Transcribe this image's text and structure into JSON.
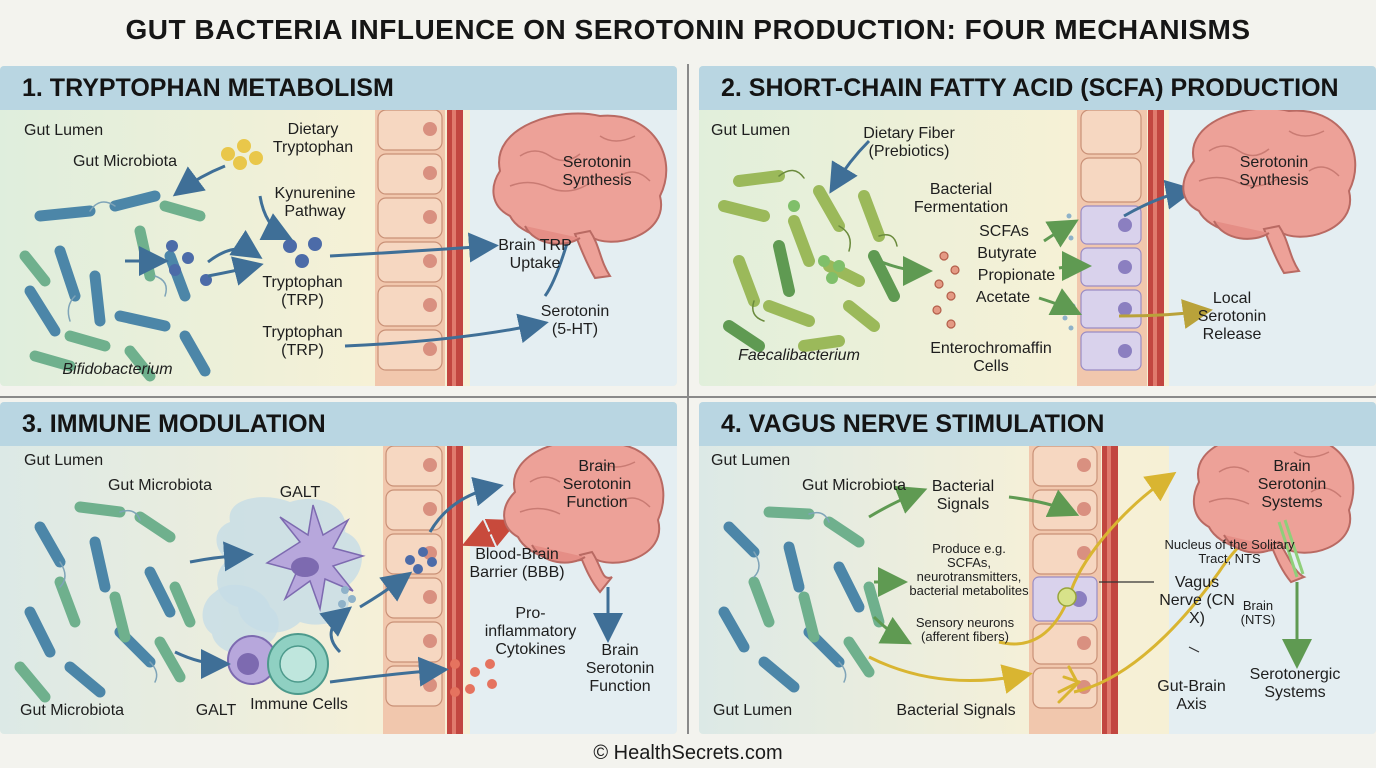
{
  "title": "GUT BACTERIA INFLUENCE ON SEROTONIN PRODUCTION: FOUR MECHANISMS",
  "copyright": "© HealthSecrets.com",
  "panels": {
    "p1": {
      "header": "1. TRYPTOPHAN METABOLISM",
      "gut_lumen": "Gut Lumen",
      "gut_microbiota": "Gut Microbiota",
      "dietary_tryptophan": "Dietary Tryptophan",
      "kynurenine": "Kynurenine Pathway",
      "trp1": "Tryptophan (TRP)",
      "trp2": "Tryptophan (TRP)",
      "brain_trp": "Brain TRP Uptake",
      "serotonin_5ht": "Serotonin (5-HT)",
      "serotonin_synthesis": "Serotonin Synthesis",
      "bifidobacterium": "Bifidobacterium"
    },
    "p2": {
      "header": "2. SHORT-CHAIN FATTY ACID (SCFA) PRODUCTION",
      "gut_lumen": "Gut Lumen",
      "dietary_fiber": "Dietary Fiber (Prebiotics)",
      "fermentation": "Bacterial Fermentation",
      "scfas": "SCFAs",
      "butyrate": "Butyrate",
      "propionate": "Propionate",
      "acetate": "Acetate",
      "serotonin_synthesis": "Serotonin Synthesis",
      "local_release": "Local Serotonin Release",
      "enterochromaffin": "Enterochromaffin Cells",
      "faecalibacterium": "Faecalibacterium"
    },
    "p3": {
      "header": "3. IMMUNE MODULATION",
      "gut_lumen": "Gut Lumen",
      "gut_microbiota_top": "Gut Microbiota",
      "galt_top": "GALT",
      "brain_function_top": "Brain Serotonin Function",
      "bbb": "Blood-Brain Barrier (BBB)",
      "cytokines": "Pro-inflammatory Cytokines",
      "brain_function_bottom": "Brain Serotonin Function",
      "gut_microbiota_bottom": "Gut Microbiota",
      "galt_bottom": "GALT",
      "immune_cells": "Immune Cells"
    },
    "p4": {
      "header": "4. VAGUS NERVE STIMULATION",
      "gut_lumen_top": "Gut Lumen",
      "gut_microbiota": "Gut Microbiota",
      "bacterial_signals_top": "Bacterial Signals",
      "produce": "Produce e.g. SCFAs, neurotransmitters, bacterial metabolites",
      "sensory": "Sensory neurons (afferent fibers)",
      "brain_systems": "Brain Serotonin Systems",
      "nts": "Nucleus of the Solitary Tract, NTS",
      "vagus": "Vagus Nerve (CN X)",
      "brain_nts": "Brain (NTS)",
      "serotonergic": "Serotonergic Systems",
      "gut_brain_axis": "Gut-Brain Axis",
      "bacterial_signals_bottom": "Bacterial Signals",
      "gut_lumen_bottom": "Gut Lumen"
    }
  },
  "colors": {
    "header_bg": "#b9d6e2",
    "arrow_blue": "#3f6f97",
    "arrow_green": "#5f9a52",
    "arrow_yellow": "#d9b531",
    "arrow_red": "#c84a3c",
    "brain": "#e89a92",
    "villi": "#f0c3a8",
    "vessel": "#c24640"
  }
}
